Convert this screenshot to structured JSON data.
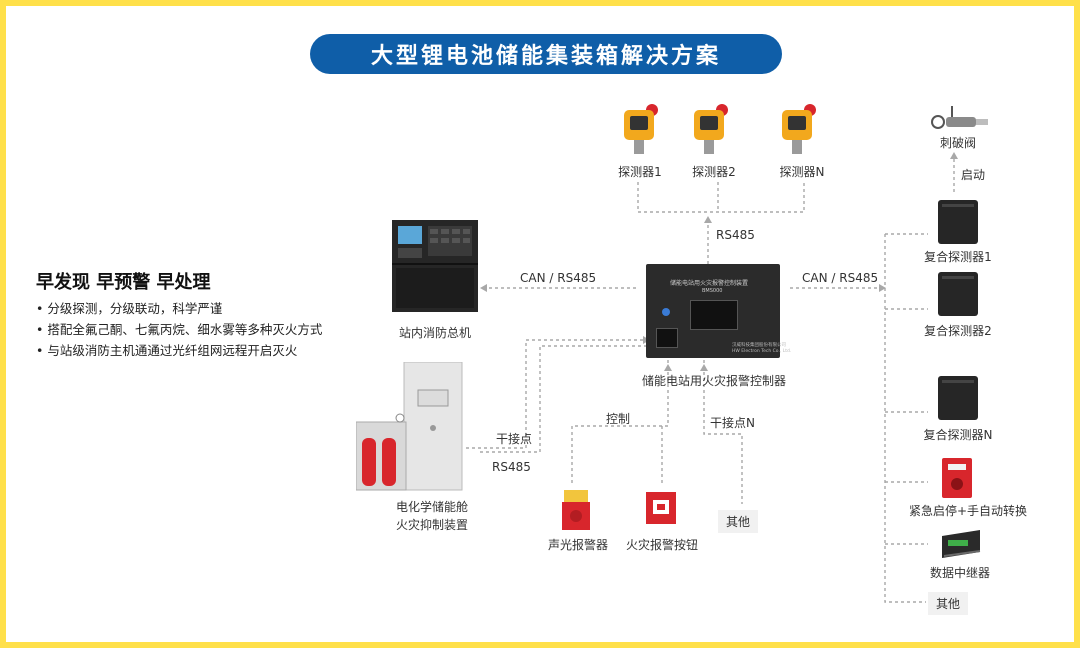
{
  "title": "大型锂电池储能集装箱解决方案",
  "slogan": "早发现 早预警 早处理",
  "bullets": [
    "分级探测，分级联动，科学严谨",
    "搭配全氟己酮、七氟丙烷、细水雾等多种灭火方式",
    "与站级消防主机通通过光纤组网远程开启灭火"
  ],
  "detectors": [
    "探测器1",
    "探测器2",
    "探测器N"
  ],
  "conn": {
    "rs485_top": "RS485",
    "can_left": "CAN / RS485",
    "can_right": "CAN / RS485",
    "dry_contact": "干接点",
    "rs485_bottom": "RS485",
    "control": "控制",
    "dry_contact_n": "干接点N",
    "start": "启动"
  },
  "controller": {
    "name": "储能电站用火灾报警控制器",
    "panel_title": "储能电站用火灾报警控制装置",
    "model": "BMS000",
    "company": "汉威科技集团股份有限公司",
    "company_en": "HW Electron Tech Co., Ltd."
  },
  "main_host": {
    "name": "站内消防总机"
  },
  "suppression": {
    "line1": "电化学储能舱",
    "line2": "火灾抑制装置"
  },
  "bottom_devices": [
    "声光报警器",
    "火灾报警按钮"
  ],
  "other_bottom": "其他",
  "right_devices": [
    "复合探测器1",
    "复合探测器2",
    "复合探测器N",
    "紧急启停+手自动转换",
    "数据中继器"
  ],
  "valve": "刺破阀",
  "other_right": "其他",
  "colors": {
    "frame": "#ffe04a",
    "title_bg": "#0f5ea8",
    "red": "#d8262c",
    "dark": "#2a2a2a",
    "line": "#a8a8a8"
  }
}
